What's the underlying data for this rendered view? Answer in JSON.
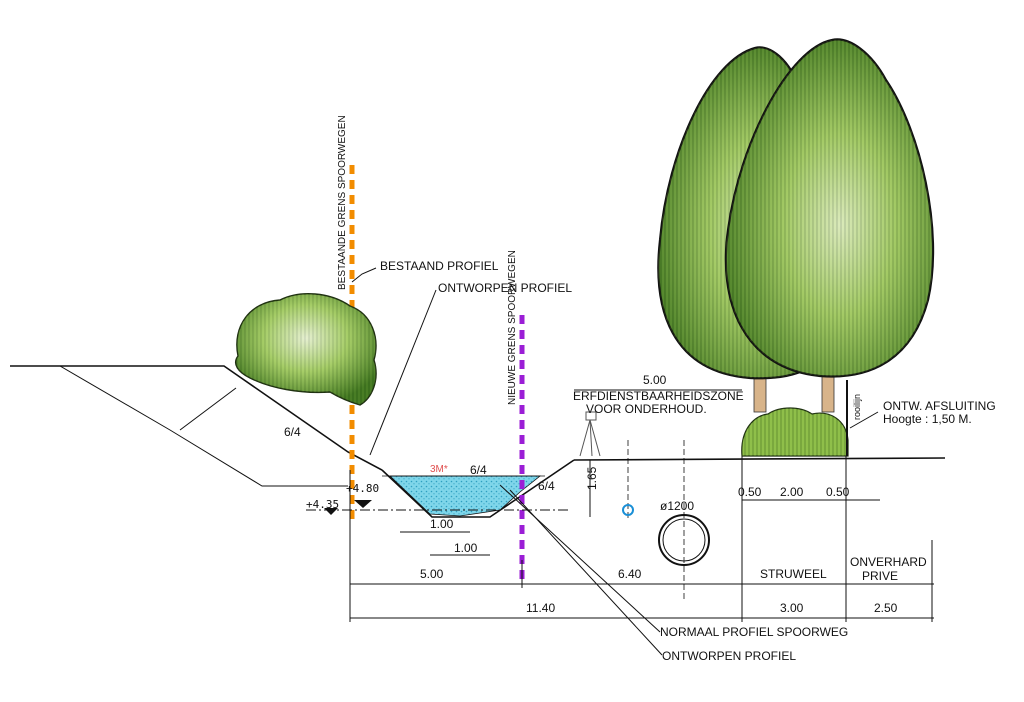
{
  "labels": {
    "existing_boundary": "BESTAANDE GRENS SPOORWEGEN",
    "new_boundary": "NIEUWE GRENS SPOORWEGEN",
    "existing_profile": "BESTAAND PROFIEL",
    "designed_profile_top": "ONTWORPEN PROFIEL",
    "normal_profile": "NORMAAL PROFIEL SPOORWEG",
    "designed_profile_bottom": "ONTWORPEN PROFIEL",
    "easement_1": "ERFDIENSTBAARHEIDSZONE",
    "easement_2": "VOOR ONDERHOUD.",
    "fence_title": "ONTW. AFSLUITING",
    "fence_height": "Hoogte : 1,50 M.",
    "pipe": "ø1200",
    "water_width": "3M*",
    "struweel": "STRUWEEL",
    "onverhard_1": "ONVERHARD",
    "onverhard_2": "PRIVE",
    "rooilijn": "rooilijn"
  },
  "slopes": {
    "left_bank": "6/4",
    "ditch_left": "6/4",
    "ditch_right": "6/4"
  },
  "levels": {
    "upper": "+4.80",
    "lower": "+4.35"
  },
  "dims": {
    "easement": "5.00",
    "ditch_depth": "1.65",
    "bottom_1": "1.00",
    "bottom_2": "1.00",
    "left_width": "5.00",
    "mid_width": "6.40",
    "struweel_width": "3.00",
    "onverhard_width": "2.50",
    "total": "11.40",
    "hedge_a": "0.50",
    "hedge_b": "2.00",
    "hedge_c": "0.50"
  },
  "colors": {
    "existing_boundary": "#f28c00",
    "new_boundary": "#9b1ed6",
    "water": "#7fd6ea",
    "foliage_dark": "#3d6b1d",
    "foliage_mid": "#6fa43a",
    "foliage_light": "#cfe6a8"
  }
}
